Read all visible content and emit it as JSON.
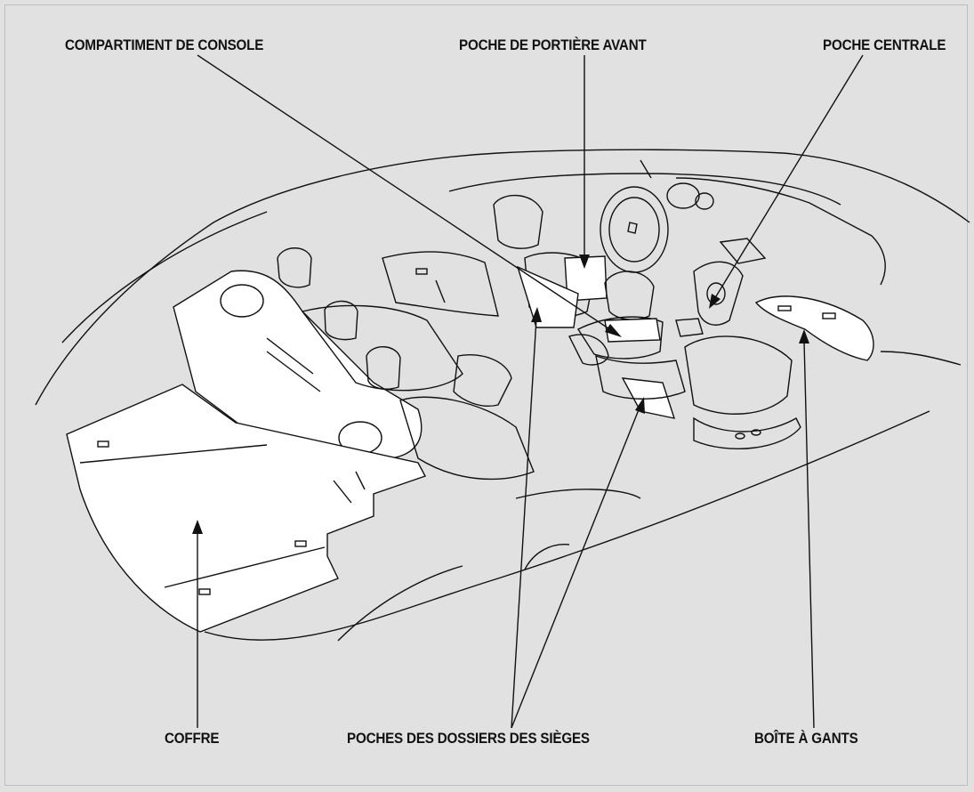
{
  "labels": {
    "console_compartment": "COMPARTIMENT DE CONSOLE",
    "front_door_pocket": "POCHE DE PORTIÈRE AVANT",
    "center_pocket": "POCHE CENTRALE",
    "trunk": "COFFRE",
    "seat_back_pockets": "POCHES DES DOSSIERS DES SIÈGES",
    "glove_box": "BOÎTE À GANTS"
  }
}
